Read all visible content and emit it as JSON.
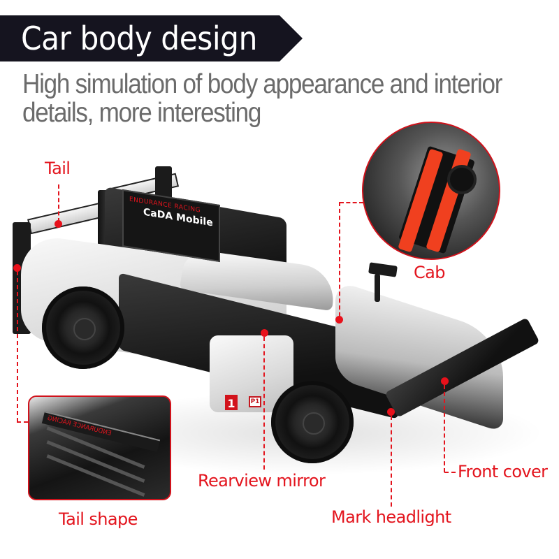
{
  "header": {
    "title": "Car body design",
    "banner_color": "#15141f"
  },
  "subtitle": {
    "line1": "High simulation of body appearance and interior",
    "line2": "details, more interesting"
  },
  "model": {
    "sign_top_text": "ENDURANCE RACING",
    "sign_main_text": "CaDA Mobile",
    "race_number": "1",
    "class_badge": "P1",
    "tail_inset_text": "ENDURANCE RACING"
  },
  "callouts": {
    "color": "#e3141d",
    "tail": "Tail",
    "cab": "Cab",
    "tail_shape": "Tail shape",
    "rearview_mirror": "Rearview mirror",
    "mark_headlight": "Mark headlight",
    "front_cover": "Front cover",
    "front_cover_prefix": "--"
  }
}
